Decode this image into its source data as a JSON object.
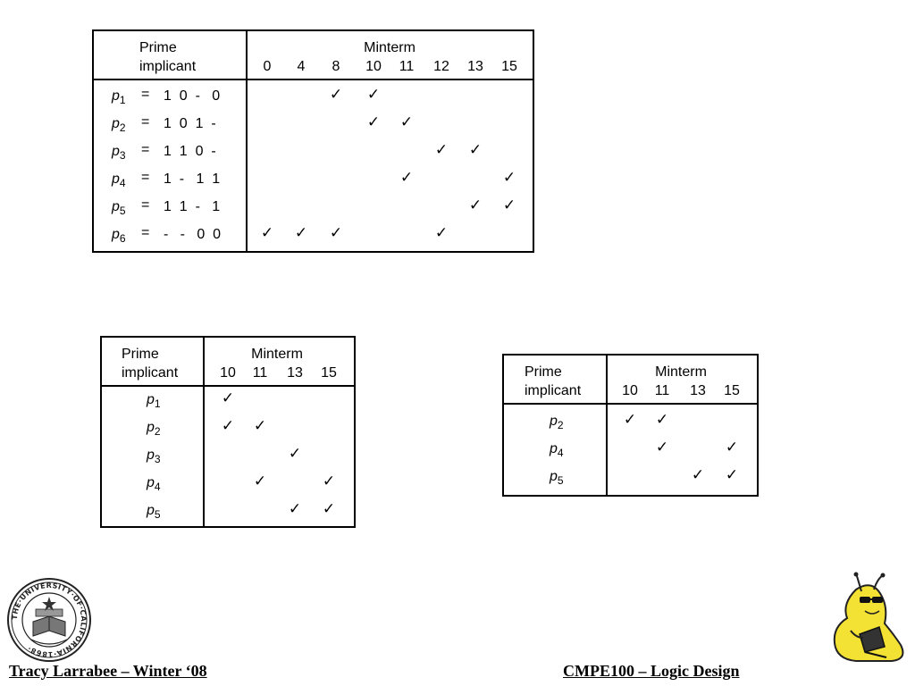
{
  "table1": {
    "header_prime_line1": "Prime",
    "header_prime_line2": "implicant",
    "header_minterm": "Minterm",
    "minterms": [
      "0",
      "4",
      "8",
      "10",
      "11",
      "12",
      "13",
      "15"
    ],
    "rows": [
      {
        "p": "p",
        "sub": "1",
        "eq": "=",
        "bits": "1  0  -   0",
        "checks": [
          false,
          false,
          true,
          true,
          false,
          false,
          false,
          false
        ]
      },
      {
        "p": "p",
        "sub": "2",
        "eq": "=",
        "bits": "1  0  1  -",
        "checks": [
          false,
          false,
          false,
          true,
          true,
          false,
          false,
          false
        ]
      },
      {
        "p": "p",
        "sub": "3",
        "eq": "=",
        "bits": "1  1  0  -",
        "checks": [
          false,
          false,
          false,
          false,
          false,
          true,
          true,
          false
        ]
      },
      {
        "p": "p",
        "sub": "4",
        "eq": "=",
        "bits": "1  -   1  1",
        "checks": [
          false,
          false,
          false,
          false,
          true,
          false,
          false,
          true
        ]
      },
      {
        "p": "p",
        "sub": "5",
        "eq": "=",
        "bits": "1  1  -   1",
        "checks": [
          false,
          false,
          false,
          false,
          false,
          false,
          true,
          true
        ]
      },
      {
        "p": "p",
        "sub": "6",
        "eq": "=",
        "bits": "-   -   0  0",
        "checks": [
          true,
          true,
          true,
          false,
          false,
          true,
          false,
          false
        ]
      }
    ]
  },
  "table2": {
    "header_prime_line1": "Prime",
    "header_prime_line2": "implicant",
    "header_minterm": "Minterm",
    "minterms": [
      "10",
      "11",
      "13",
      "15"
    ],
    "rows": [
      {
        "p": "p",
        "sub": "1",
        "checks": [
          true,
          false,
          false,
          false
        ]
      },
      {
        "p": "p",
        "sub": "2",
        "checks": [
          true,
          true,
          false,
          false
        ]
      },
      {
        "p": "p",
        "sub": "3",
        "checks": [
          false,
          false,
          true,
          false
        ]
      },
      {
        "p": "p",
        "sub": "4",
        "checks": [
          false,
          true,
          false,
          true
        ]
      },
      {
        "p": "p",
        "sub": "5",
        "checks": [
          false,
          false,
          true,
          true
        ]
      }
    ]
  },
  "table3": {
    "header_prime_line1": "Prime",
    "header_prime_line2": "implicant",
    "header_minterm": "Minterm",
    "minterms": [
      "10",
      "11",
      "13",
      "15"
    ],
    "rows": [
      {
        "p": "p",
        "sub": "2",
        "checks": [
          true,
          true,
          false,
          false
        ]
      },
      {
        "p": "p",
        "sub": "4",
        "checks": [
          false,
          true,
          false,
          true
        ]
      },
      {
        "p": "p",
        "sub": "5",
        "checks": [
          false,
          false,
          true,
          true
        ]
      }
    ]
  },
  "check_glyph": "✓",
  "footer": {
    "left": "Tracy Larrabee – Winter ‘08",
    "right": "CMPE100 – Logic Design"
  },
  "seal_text": "THE UNIVERSITY OF CALIFORNIA 1868",
  "icons": {
    "seal": "university-seal-icon",
    "mascot": "banana-slug-mascot-icon"
  }
}
